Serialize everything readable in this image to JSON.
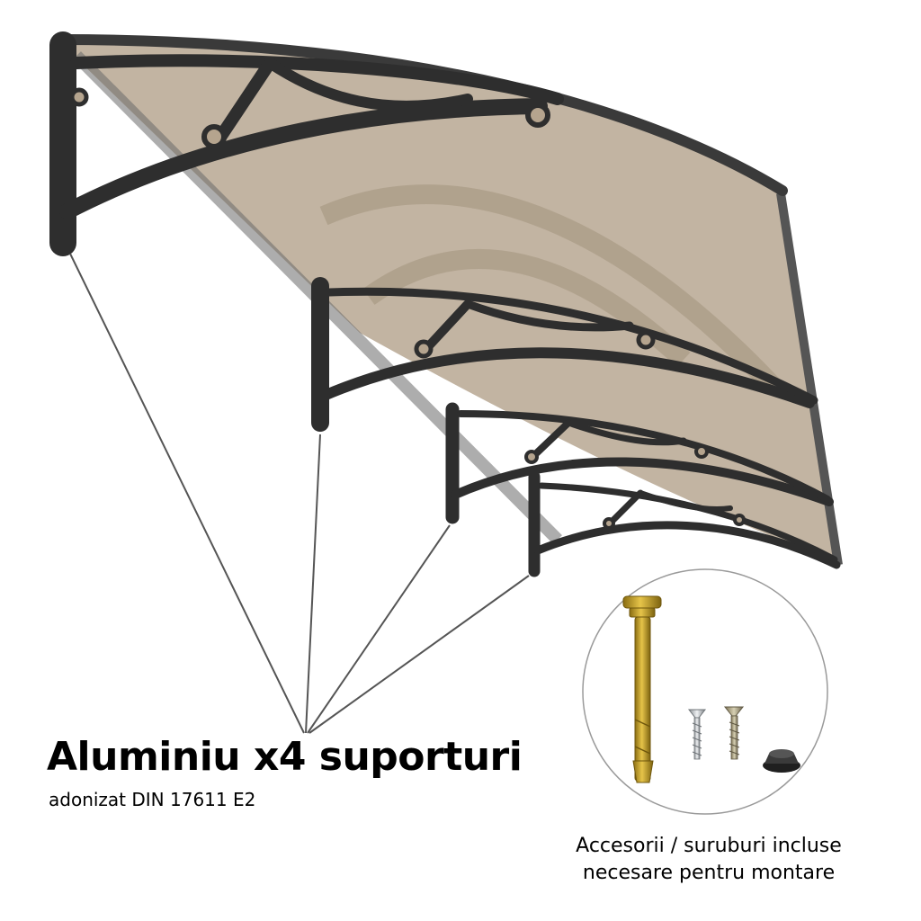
{
  "colors": {
    "canopy_fill": "#b5a48e",
    "canopy_edge": "#5d5d5d",
    "bracket": "#2e2e2e",
    "leader_line": "#555555",
    "text": "#111111",
    "anchor_bolt_gold": "#c9a227",
    "screw_silver": "#cfd3d6"
  },
  "icons": {
    "bracket": "canopy-bracket-icon",
    "anchor_bolt": "anchor-bolt-icon",
    "screw": "screw-icon",
    "cap": "bolt-cap-icon"
  },
  "caption": {
    "title": "Aluminiu x4 suporturi",
    "subtitle": "adonizat DIN 17611 E2"
  },
  "accessories": {
    "line1": "Accesorii / suruburi incluse",
    "line2": "necesare pentru montare"
  }
}
